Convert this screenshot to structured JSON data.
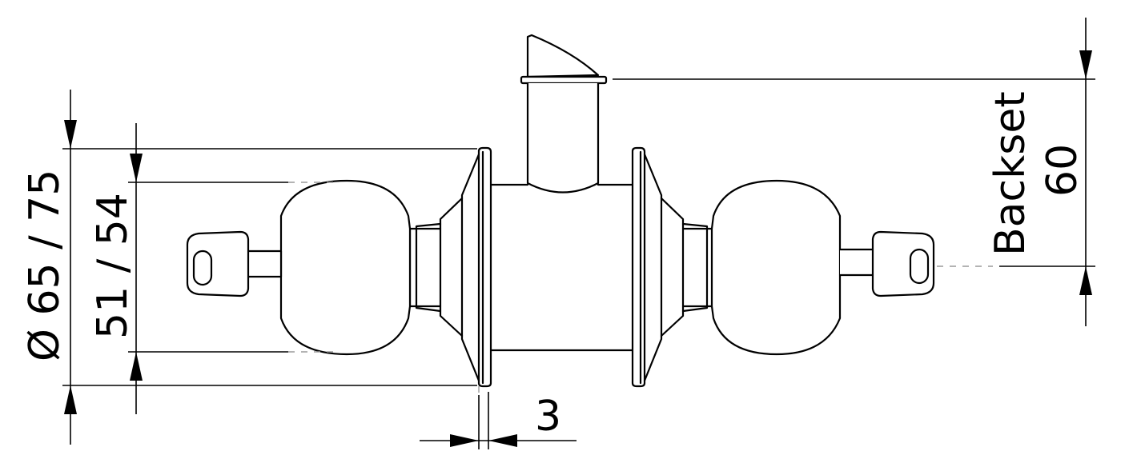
{
  "diagram": {
    "labels": {
      "outer_diameter": "Ø 65 / 75",
      "inner_diameter": "51 / 54",
      "backset_word": "Backset",
      "backset_value": "60",
      "rose_thickness": "3"
    },
    "colors": {
      "line": "#000000",
      "hidden_line": "#9a9a9a",
      "background": "#ffffff"
    }
  }
}
